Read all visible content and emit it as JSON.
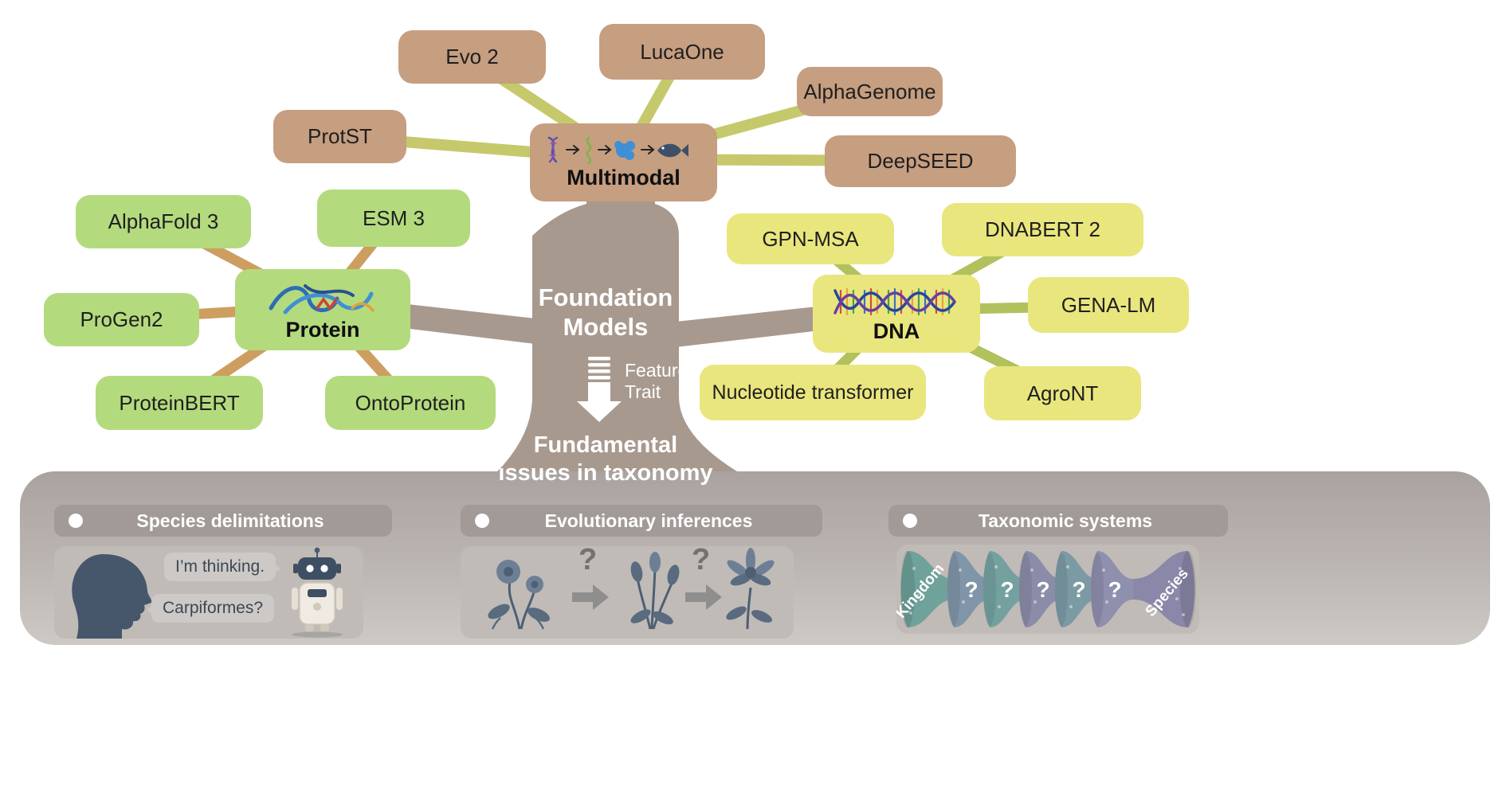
{
  "clusters": {
    "multimodal": {
      "hub": "Multimodal",
      "satellites": {
        "evo2": "Evo 2",
        "lucaone": "LucaOne",
        "alphagenome": "AlphaGenome",
        "protst": "ProtST",
        "deepseed": "DeepSEED"
      }
    },
    "protein": {
      "hub": "Protein",
      "satellites": {
        "alphafold3": "AlphaFold 3",
        "esm3": "ESM 3",
        "progen2": "ProGen2",
        "proteinbert": "ProteinBERT",
        "ontoprotein": "OntoProtein"
      }
    },
    "dna": {
      "hub": "DNA",
      "satellites": {
        "gpnmsa": "GPN-MSA",
        "dnabert2": "DNABERT 2",
        "genalm": "GENA-LM",
        "nucleotide": "Nucleotide transformer",
        "agront": "AgroNT"
      }
    }
  },
  "trunk": {
    "title_line1": "Foundation",
    "title_line2": "Models",
    "feature_label": "Feature",
    "trait_label": "Trait",
    "issues_line1": "Fundamental",
    "issues_line2": "issues in taxonomy"
  },
  "sections": {
    "species": {
      "title": "Species delimitations",
      "bubble1": "I’m thinking.",
      "bubble2": "Carpiformes?"
    },
    "evolution": {
      "title": "Evolutionary inferences",
      "question_mark": "?"
    },
    "taxonomy": {
      "title": "Taxonomic systems",
      "start_label": "Kingdom",
      "end_label": "Species",
      "question_mark": "?"
    }
  },
  "colors": {
    "multimodal_box": "#c69e80",
    "multimodal_link": "#c5c96b",
    "protein_box": "#b4da7e",
    "protein_link": "#ce9e60",
    "dna_box": "#e9e67e",
    "dna_link": "#b2c15c",
    "trunk": "#a8998f",
    "panel_top": "#aaa29e",
    "panel_bottom": "#cdc9c5"
  }
}
